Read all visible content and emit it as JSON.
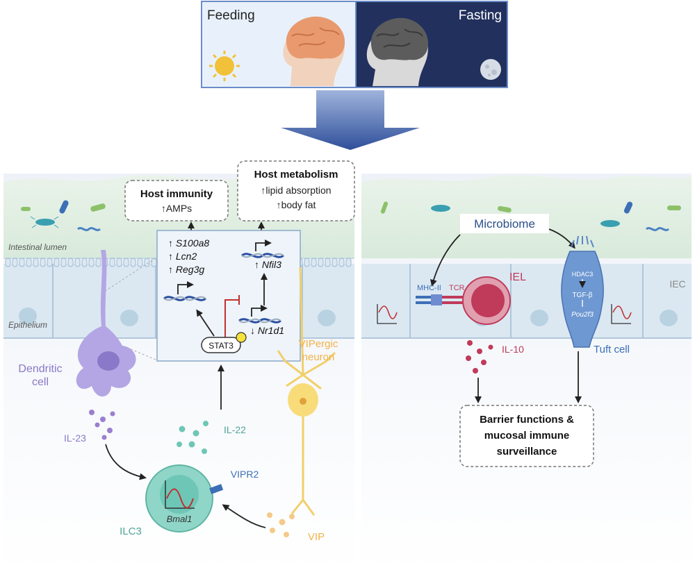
{
  "header": {
    "feeding_label": "Feeding",
    "fasting_label": "Fasting"
  },
  "left_panel": {
    "host_immunity": {
      "title": "Host immunity",
      "item": "↑AMPs"
    },
    "host_metabolism": {
      "title": "Host metabolism",
      "item1": "↑lipid absorption",
      "item2": "↑body fat"
    },
    "lumen_label": "Intestinal lumen",
    "epithelium_label": "Epithelium",
    "gene_targets": [
      "↑ S100a8",
      "↑ Lcn2",
      "↑ Reg3g"
    ],
    "nfil3": "↑ Nfil3",
    "nr1d1": "↓ Nr1d1",
    "stat3": "STAT3",
    "dendritic_cell": [
      "Dendritic",
      "cell"
    ],
    "vipergic_neuron": [
      "VIPergic",
      "neuron"
    ],
    "il23": "IL-23",
    "il22": "IL-22",
    "vipr2": "VIPR2",
    "ilc3": "ILC3",
    "bmal1": "Bmal1",
    "vip": "VIP"
  },
  "right_panel": {
    "microbiome": "Microbiome",
    "iel": "IEL",
    "iec": "IEC",
    "mhc2": "MHC-II",
    "tcr": "TCR",
    "hdac3": "HDAC3",
    "tgfb": "TGF-β",
    "pou2f3": "Pou2f3",
    "il10": "IL-10",
    "tuft_cell": "Tuft cell",
    "outcome": [
      "Barrier functions &",
      "mucosal immune",
      "surveillance"
    ]
  },
  "colors": {
    "night_panel": "#22305e",
    "day_panel": "#e8f1fb",
    "arrow_blue": "#3c5da3",
    "dendritic": "#8a78c8",
    "ilc3": "#6ec7b6",
    "vip": "#f2b24a",
    "iel": "#c03a5a",
    "tuft": "#5a86c4",
    "microbiome_text": "#2a4f88"
  }
}
